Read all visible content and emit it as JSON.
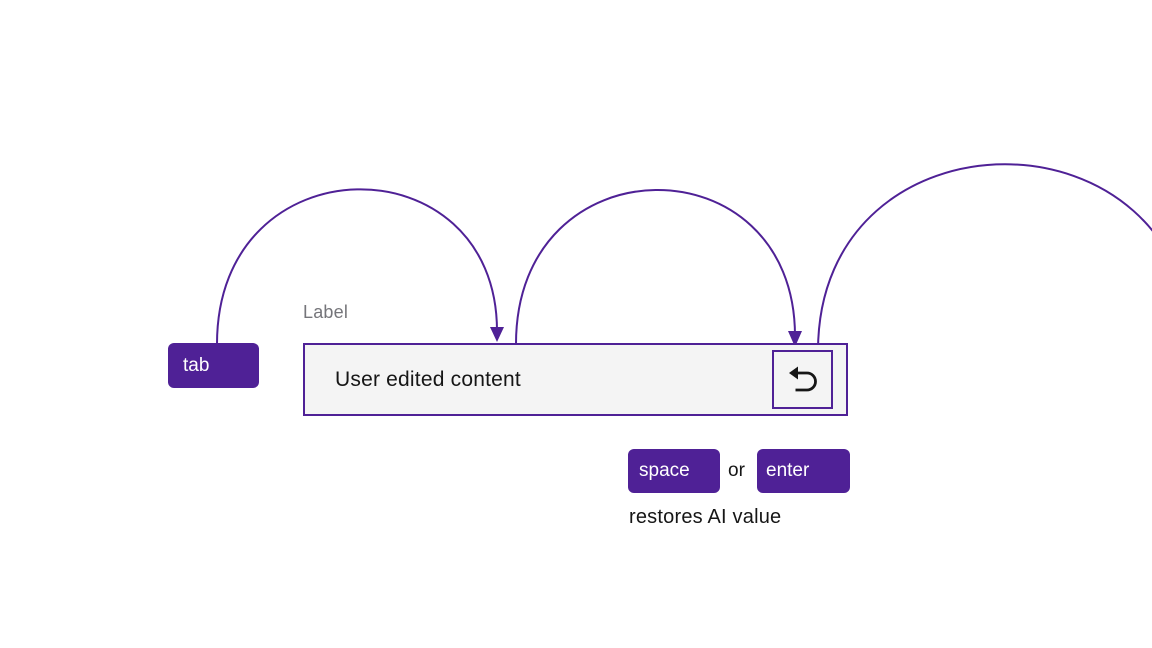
{
  "diagram": {
    "label": "Label",
    "input_value": "User edited content",
    "keys": {
      "tab": "tab",
      "space": "space",
      "enter": "enter"
    },
    "or_text": "or",
    "caption": "restores AI value",
    "icons": {
      "revert_button": "undo-arrow-icon"
    },
    "colors": {
      "purple": "#4f2196",
      "input_background": "#f4f4f4",
      "text_dark": "#161616",
      "label_gray": "#75757a",
      "key_text": "#ffffff",
      "background": "#ffffff"
    }
  }
}
